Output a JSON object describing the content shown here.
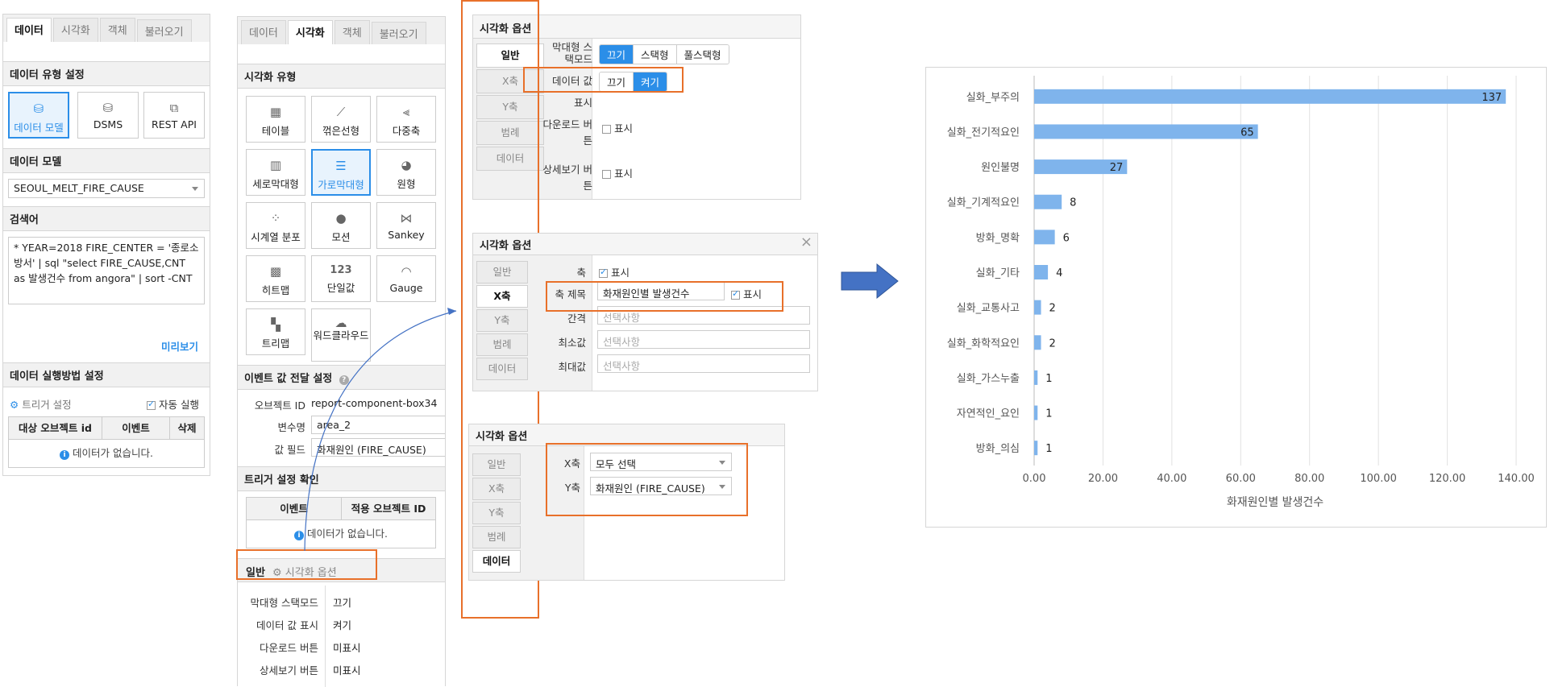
{
  "left_panel": {
    "tabs": [
      "데이터",
      "시각화",
      "객체",
      "불러오기"
    ],
    "data_type_title": "데이터 유형 설정",
    "data_types": [
      "데이터 모델",
      "DSMS",
      "REST API"
    ],
    "data_model_title": "데이터 모델",
    "data_model_value": "SEOUL_MELT_FIRE_CAUSE",
    "query_title": "검색어",
    "query_text": "* YEAR=2018  FIRE_CENTER = '종로소방서' | sql \"select FIRE_CAUSE,CNT as 발생건수 from angora\"  | sort -CNT",
    "preview_link": "미리보기",
    "exec_title": "데이터 실행방법 설정",
    "trigger_label": "트리거 설정",
    "auto_run_label": "자동 실행",
    "table_headers": [
      "대상 오브젝트 id",
      "이벤트",
      "삭제"
    ],
    "empty_text": "데이터가 없습니다."
  },
  "mid_panel": {
    "tabs": [
      "데이터",
      "시각화",
      "객체",
      "불러오기"
    ],
    "vis_type_title": "시각화 유형",
    "vis_types": [
      "테이블",
      "꺾은선형",
      "다중축",
      "세로막대형",
      "가로막대형",
      "원형",
      "시계열 분포",
      "모션",
      "Sankey",
      "히트맵",
      "단일값",
      "Gauge",
      "트리맵",
      "워드클라우드"
    ],
    "single_value_glyph": "123",
    "event_title": "이벤트 값 전달 설정",
    "object_id_label": "오브젝트 ID",
    "object_id_value": "report-component-box34",
    "var_label": "변수명",
    "var_value": "area_2",
    "field_label": "값 필드",
    "field_value": "화재원인 (FIRE_CAUSE)",
    "trigger_check_title": "트리거 설정 확인",
    "trigger_headers": [
      "이벤트",
      "적용 오브젝트 ID"
    ],
    "empty_text": "데이터가 없습니다.",
    "bottom_tabs": [
      "일반",
      "시각화 옵션"
    ],
    "props": [
      {
        "label": "막대형 스택모드",
        "value": "끄기"
      },
      {
        "label": "데이터 값 표시",
        "value": "켜기"
      },
      {
        "label": "다운로드 버튼",
        "value": "미표시"
      },
      {
        "label": "상세보기 버튼",
        "value": "미표시"
      }
    ]
  },
  "opt1": {
    "title": "시각화 옵션",
    "side_tabs": [
      "일반",
      "X축",
      "Y축",
      "범례",
      "데이터"
    ],
    "stack_label": "막대형 스택모드",
    "stack_options": [
      "끄기",
      "스택형",
      "풀스택형"
    ],
    "data_value_label": "데이터 값",
    "data_value_options": [
      "끄기",
      "켜기"
    ],
    "show_label": "표시",
    "download_label": "다운로드 버튼",
    "detail_label": "상세보기 버튼",
    "check_label": "표시"
  },
  "opt2": {
    "title": "시각화 옵션",
    "side_tabs": [
      "일반",
      "X축",
      "Y축",
      "범례",
      "데이터"
    ],
    "axis_label": "축",
    "show_label": "표시",
    "axis_title_label": "축 제목",
    "axis_title_value": "화재원인별 발생건수",
    "interval_label": "간격",
    "min_label": "최소값",
    "max_label": "최대값",
    "placeholder": "선택사항",
    "close_glyph": "×"
  },
  "opt3": {
    "title": "시각화 옵션",
    "side_tabs": [
      "일반",
      "X축",
      "Y축",
      "범례",
      "데이터"
    ],
    "x_label": "X축",
    "x_value": "모두 선택",
    "y_label": "Y축",
    "y_value": "화재원인 (FIRE_CAUSE)"
  },
  "colors": {
    "accent": "#2b8ee8",
    "highlight": "#e8702a",
    "bar": "#7fb4ec",
    "arrow": "#4472c4"
  },
  "chart_data": {
    "type": "bar",
    "orientation": "horizontal",
    "categories": [
      "실화_부주의",
      "실화_전기적요인",
      "원인불명",
      "실화_기계적요인",
      "방화_명확",
      "실화_기타",
      "실화_교통사고",
      "실화_화학적요인",
      "실화_가스누출",
      "자연적인_요인",
      "방화_의심"
    ],
    "values": [
      137,
      65,
      27,
      8,
      6,
      4,
      2,
      2,
      1,
      1,
      1
    ],
    "xlabel": "화재원인별 발생건수",
    "ylabel": "",
    "xlim": [
      0,
      140
    ],
    "ticks": [
      "0.00",
      "20.00",
      "40.00",
      "60.00",
      "80.00",
      "100.00",
      "120.00",
      "140.00"
    ],
    "grid": true,
    "data_labels": true
  }
}
